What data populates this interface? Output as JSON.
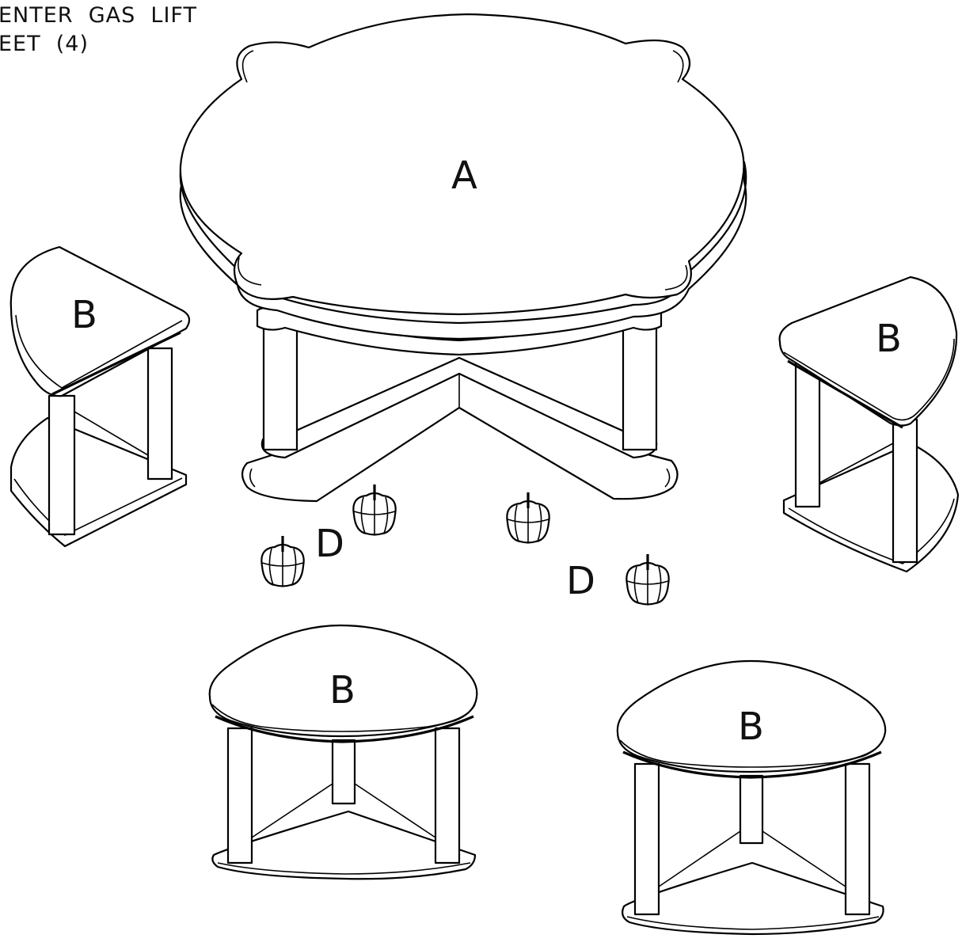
{
  "header": {
    "line1": "ENTER  GAS  LIFT",
    "line2": "EET  (4)"
  },
  "labels": {
    "table": "A",
    "stool": "B",
    "foot": "D"
  }
}
